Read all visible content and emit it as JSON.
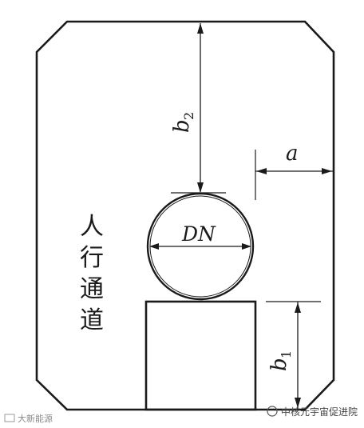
{
  "labels": {
    "b2_main": "b",
    "b2_sub": "2",
    "a": "a",
    "dn": "DN",
    "b1_main": "b",
    "b1_sub": "1",
    "walkway": [
      "人",
      "行",
      "通",
      "道"
    ]
  },
  "watermark": {
    "left": "大新能源",
    "right": "中核元宇宙促进院"
  }
}
